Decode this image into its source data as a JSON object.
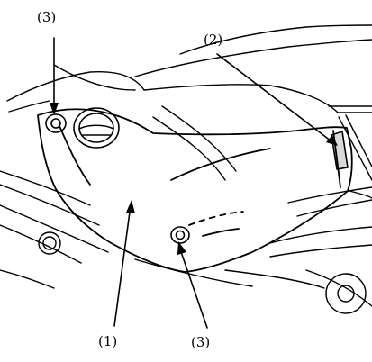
{
  "callouts": {
    "fastener_top": "(3)",
    "tab": "(2)",
    "cover": "(1)",
    "fastener_bottom": "(3)"
  },
  "colors": {
    "ink": "#000000",
    "paper": "#ffffff"
  }
}
